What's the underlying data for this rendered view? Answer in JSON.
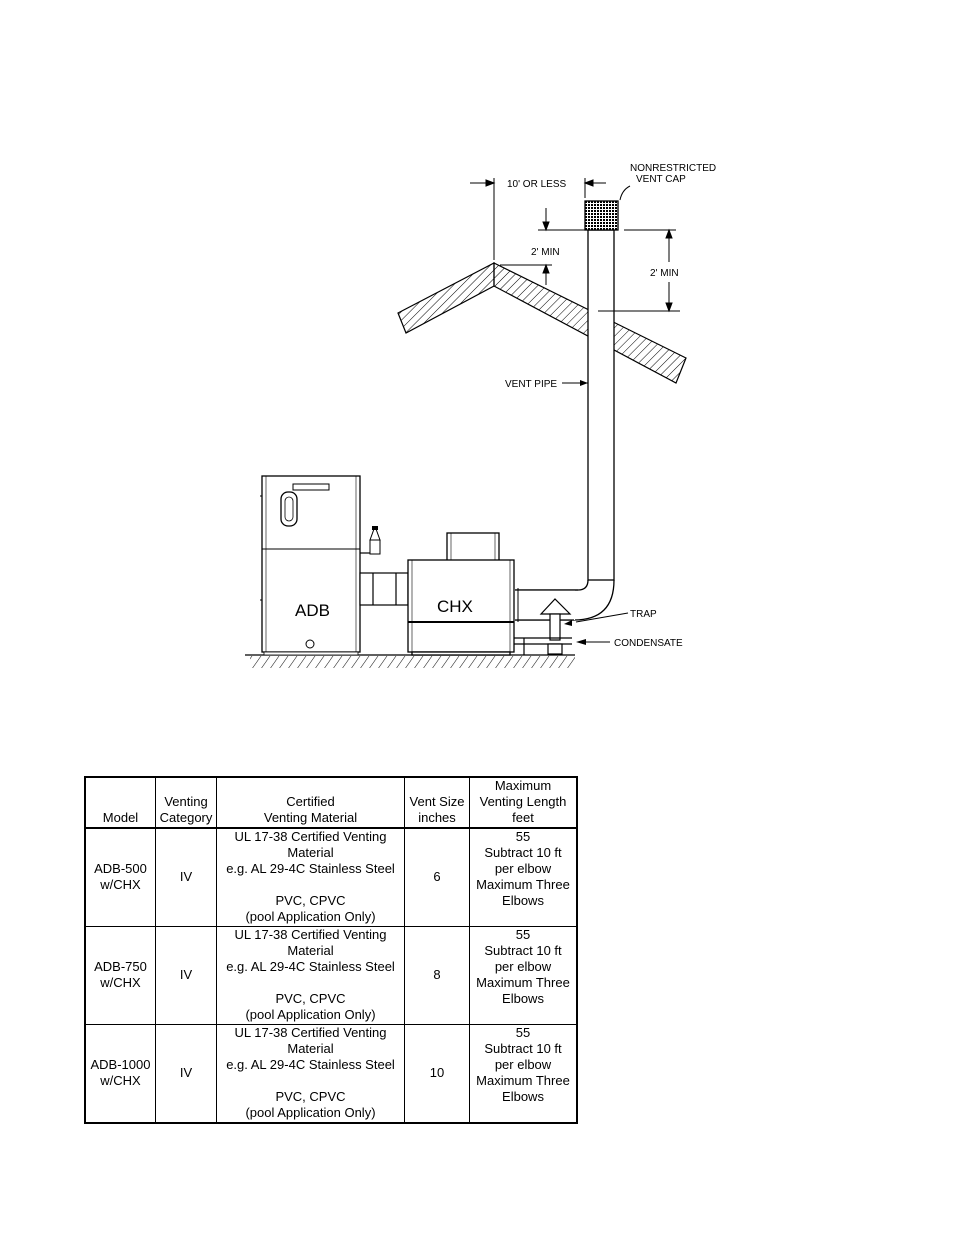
{
  "diagram": {
    "labels": {
      "horizontal_distance": "10' OR LESS",
      "vent_cap": [
        "NONRESTRICTED",
        "VENT CAP"
      ],
      "ridge_min": "2' MIN",
      "roof_min": "2' MIN",
      "vent_pipe": "VENT PIPE",
      "boiler": "ADB",
      "exchanger": "CHX",
      "trap": "TRAP",
      "condensate": "CONDENSATE"
    }
  },
  "table": {
    "headers": {
      "model": [
        "",
        "",
        "Model"
      ],
      "category": [
        "",
        "Venting",
        "Category"
      ],
      "material": [
        "",
        "Certified",
        "Venting Material"
      ],
      "size": [
        "",
        "Vent Size",
        "inches"
      ],
      "length": [
        "Maximum",
        "Venting Length",
        "feet"
      ]
    },
    "rows": [
      {
        "model": [
          "ADB-500",
          "w/CHX"
        ],
        "category": "IV",
        "material": [
          "UL 17-38  Certified Venting",
          "Material",
          "e.g.  AL 29-4C Stainless Steel",
          "",
          "PVC, CPVC",
          "(pool Application Only)"
        ],
        "size": "6",
        "length": [
          "55",
          "Subtract 10 ft",
          "per elbow",
          "Maximum Three",
          "Elbows"
        ]
      },
      {
        "model": [
          "ADB-750",
          "w/CHX"
        ],
        "category": "IV",
        "material": [
          "UL 17-38  Certified Venting",
          "Material",
          "e.g.  AL 29-4C Stainless Steel",
          "",
          "PVC, CPVC",
          "(pool Application Only)"
        ],
        "size": "8",
        "length": [
          "55",
          "Subtract 10 ft",
          "per elbow",
          "Maximum Three",
          "Elbows"
        ]
      },
      {
        "model": [
          "ADB-1000",
          "w/CHX"
        ],
        "category": "IV",
        "material": [
          "UL 17-38  Certified Venting",
          "Material",
          "e.g.  AL 29-4C Stainless Steel",
          "",
          "PVC, CPVC",
          "(pool Application Only)"
        ],
        "size": "10",
        "length": [
          "55",
          "Subtract 10 ft",
          "per elbow",
          "Maximum Three",
          "Elbows"
        ]
      }
    ]
  }
}
